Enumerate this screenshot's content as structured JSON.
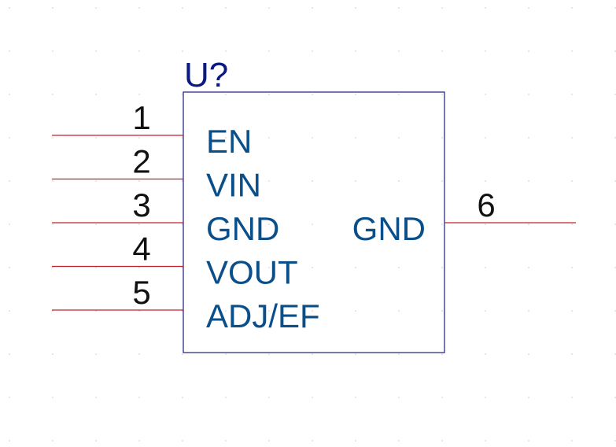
{
  "component": {
    "reference": "U?",
    "colors": {
      "body_outline": "#1a1a80",
      "pin_line": "#c0202a",
      "pin_name": "#0b4f8a",
      "pin_number": "#111111",
      "reference": "#0a1a80",
      "grid_dot": "#c8c8c8"
    },
    "left_pins": [
      {
        "number": "1",
        "name": "EN"
      },
      {
        "number": "2",
        "name": "VIN"
      },
      {
        "number": "3",
        "name": "GND"
      },
      {
        "number": "4",
        "name": "VOUT"
      },
      {
        "number": "5",
        "name": "ADJ/EF"
      }
    ],
    "right_pins": [
      {
        "number": "6",
        "name": "GND"
      }
    ]
  }
}
